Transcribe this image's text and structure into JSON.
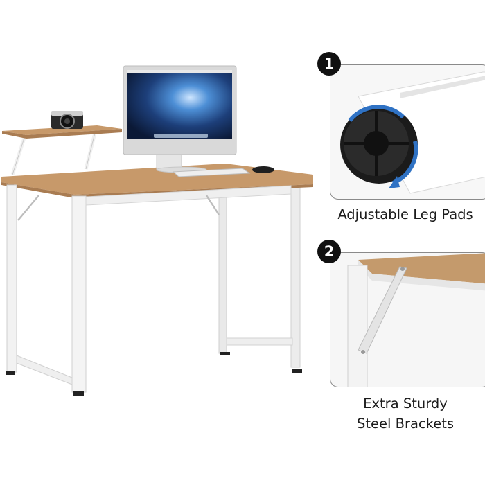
{
  "features": [
    {
      "number": "1",
      "caption": "Adjustable Leg Pads"
    },
    {
      "number": "2",
      "caption_lines": [
        "Extra Sturdy",
        "Steel Brackets"
      ]
    }
  ],
  "colors": {
    "wood": "#c49a6c",
    "frame": "#f1f1f1",
    "arrow": "#2f72c4",
    "badge": "#111111"
  },
  "icons": [
    "adjustable-leg-pad-icon",
    "steel-bracket-icon"
  ]
}
